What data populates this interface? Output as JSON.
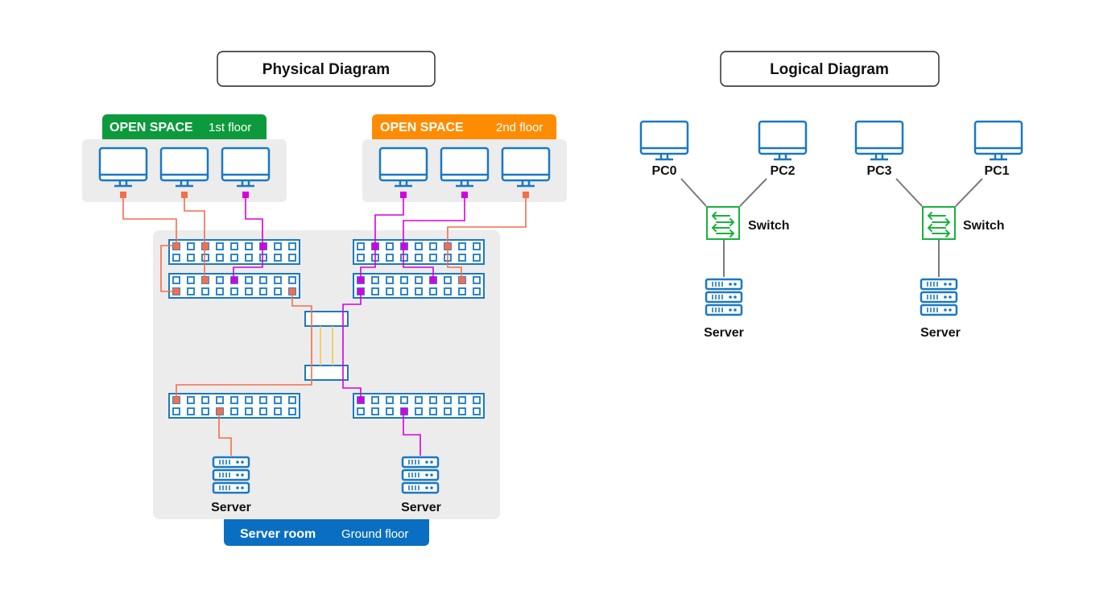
{
  "colors": {
    "device_blue": "#1a78c2",
    "area_grey": "#ececec",
    "green": "#0c9a3c",
    "orange": "#ff8c00",
    "server_room_blue": "#0a6fc2",
    "cable_coral": "#f26e4c",
    "cable_magenta": "#d400e0",
    "cable_yellow": "#f2c94c",
    "switch_green": "#17b33c",
    "link_grey": "#7a7a7a"
  },
  "physical": {
    "title": "Physical Diagram",
    "floor1": {
      "name": "OPEN SPACE",
      "floor": "1st floor"
    },
    "floor2": {
      "name": "OPEN SPACE",
      "floor": "2nd floor"
    },
    "server_room": {
      "name": "Server room",
      "floor": "Ground floor"
    },
    "server_left_label": "Server",
    "server_right_label": "Server"
  },
  "logical": {
    "title": "Logical Diagram",
    "group1": {
      "pc_a": "PC0",
      "pc_b": "PC2",
      "switch": "Switch",
      "server": "Server"
    },
    "group2": {
      "pc_a": "PC3",
      "pc_b": "PC1",
      "switch": "Switch",
      "server": "Server"
    }
  }
}
